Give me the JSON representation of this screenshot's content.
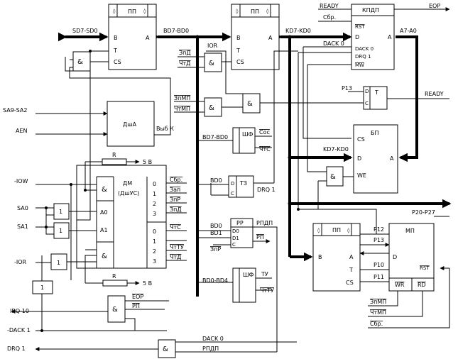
{
  "labels": {
    "pp": "ПП",
    "kpdp": "КПДП",
    "bp": "БП",
    "mp": "МП",
    "dm": "ДМ",
    "dm_sub": "(ДшУС)",
    "dsha": "ДшА",
    "shf": "ШФ",
    "tz": "ТЗ",
    "rr": "РР",
    "t": "T",
    "and": "&",
    "one": "1",
    "pin_b": "B",
    "pin_a": "A",
    "pin_t": "T",
    "pin_cs": "CS",
    "pin_d": "D",
    "pin_c": "C",
    "pin_we": "WE",
    "pin_a0": "A0",
    "pin_a1": "A1",
    "pin_d0": "D0",
    "pin_d1": "D1",
    "pin_dack": "DACK 0",
    "pin_drq": "DRQ 1",
    "pin_mw": "MW",
    "pin_rst": "RST",
    "pin_wr": "WR",
    "pin_rd": "RD",
    "out0": "0",
    "out1": "1",
    "out2": "2",
    "out3": "3",
    "r": "R",
    "v5": "5 В",
    "byk": "Выб К"
  },
  "signals": {
    "sd": "SD7-SD0",
    "bd": "BD7-BD0",
    "kd": "KD7-KD0",
    "a7": "A7-A0",
    "ready": "READY",
    "sbr": "Сбр.",
    "rst": "RST",
    "eop": "EOP",
    "dack0": "DACK 0",
    "ior_top": "IOR",
    "zpd": "ЗпД",
    "chtd": "ЧтД",
    "zpmp": "ЗпМП",
    "chtmp": "ЧтМП",
    "p13": "P13",
    "sa": "SA9-SA2",
    "aen": "AEN",
    "soc": "Сос",
    "chts": "ЧтС",
    "iow": "-IOW",
    "sa0": "SA0",
    "sa1": "SA1",
    "ior": "-IOR",
    "zap": "Зап",
    "zpr": "ЗпР",
    "bd0": "BD0",
    "bd1": "BD1",
    "drq1": "DRQ 1",
    "rpdp": "РПДП",
    "rp": "РП",
    "chtu": "ЧтТУ",
    "tu": "ТУ",
    "bd04": "BD0-BD4",
    "p2027": "P20-P27",
    "p12": "P12",
    "p10": "P10",
    "p11": "P11",
    "irq": "IRQ 10",
    "dack1": "-DACK 1",
    "drq1in": "DRQ 1",
    "eop_in": "EOP"
  }
}
